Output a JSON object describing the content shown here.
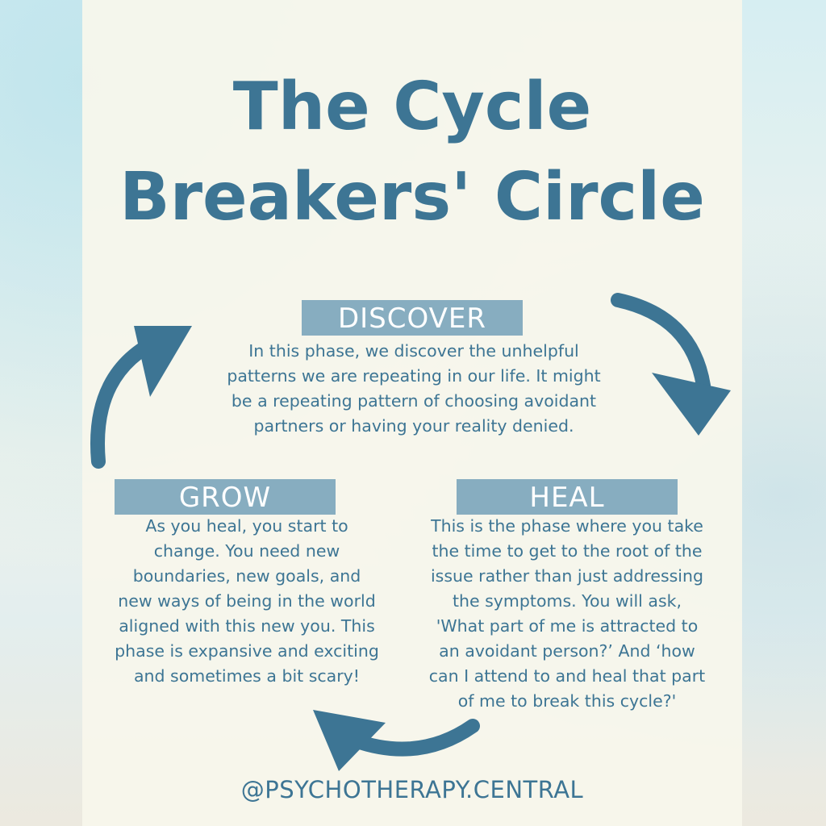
{
  "title": {
    "line1": "The Cycle",
    "line2": "Breakers' Circle"
  },
  "phases": {
    "discover": {
      "label": "DISCOVER",
      "lines": [
        "In this phase, we discover the unhelpful",
        "patterns we are repeating in our life. It might",
        "be a repeating pattern of choosing avoidant",
        "partners or having your reality denied."
      ]
    },
    "grow": {
      "label": "GROW",
      "lines": [
        "As you heal, you start to",
        "change. You need new",
        "boundaries, new goals, and",
        "new ways of being in the world",
        "aligned with this new you. This",
        "phase is expansive and exciting",
        "and sometimes a bit scary!"
      ]
    },
    "heal": {
      "label": "HEAL",
      "lines": [
        "This is the phase where you take",
        "the time to get to the root of the",
        "issue rather than just addressing",
        "the symptoms. You will ask,",
        "'What part of me is attracted to",
        "an avoidant person?’ And ‘how",
        "can I attend to and heal that part",
        "of me to break this cycle?'"
      ]
    }
  },
  "footer": "@PSYCHOTHERAPY.CENTRAL",
  "colors": {
    "accent": "#3d7594",
    "label_bg": "#87adc0",
    "panel": "#f8f6ec"
  }
}
